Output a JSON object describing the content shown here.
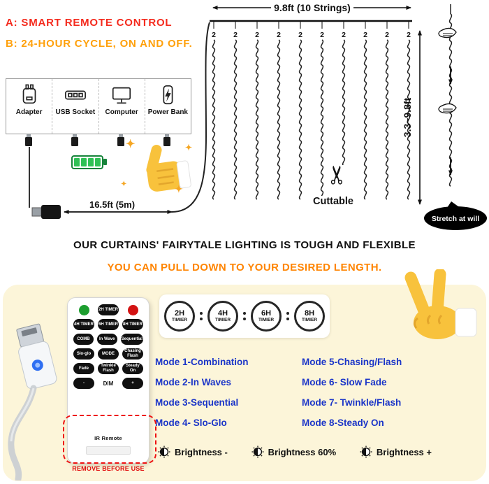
{
  "colors": {
    "accent_red": "#f42a1d",
    "accent_orange": "#ffa00a",
    "mode_blue": "#1b35c8",
    "panel_bg": "#fcf5d9",
    "remote_power_green": "#1d9e2f",
    "remote_power_red": "#d31313"
  },
  "header": {
    "label_a": "A: SMART REMOTE CONTROL",
    "label_b": "B: 24-HOUR CYCLE, ON AND OFF."
  },
  "diagram": {
    "width_label": "9.8ft (10 Strings)",
    "height_label": "3.3~9.8ft",
    "string_labels": [
      "2",
      "2",
      "2",
      "2",
      "2",
      "2",
      "2",
      "2",
      "2",
      "2"
    ],
    "cuttable_label": "Cuttable",
    "stretch_bubble": "Stretch at will",
    "cable_length": "16.5ft (5m)",
    "power_sources": [
      "Adapter",
      "USB Socket",
      "Computer",
      "Power Bank"
    ]
  },
  "taglines": {
    "line1": "OUR CURTAINS' FAIRYTALE LIGHTING IS TOUGH AND FLEXIBLE",
    "line2": "YOU CAN PULL DOWN TO YOUR DESIRED LENGTH."
  },
  "remote": {
    "rows": [
      [
        "2H TIMER"
      ],
      [
        "4H TIMER",
        "6H TIMER",
        "8H TIMER"
      ],
      [
        "COMB",
        "In Wave",
        "Sequential"
      ],
      [
        "Slo-glo",
        "MODE",
        "Chasing Flash"
      ],
      [
        "Fade",
        "Twinkle Flash",
        "Steady On"
      ],
      [
        "-",
        "DIM",
        "+"
      ]
    ],
    "ir_label": "IR Remote",
    "warning": "REMOVE BEFORE USE"
  },
  "panel": {
    "timers": [
      {
        "hours": "2H",
        "word": "TIMIER"
      },
      {
        "hours": "4H",
        "word": "TIMIER"
      },
      {
        "hours": "6H",
        "word": "TIMIER"
      },
      {
        "hours": "8H",
        "word": "TIMIER"
      }
    ],
    "modes_left": [
      "Mode 1-Combination",
      "Mode 2-In Waves",
      "Mode 3-Sequential",
      "Mode 4- Slo-Glo"
    ],
    "modes_right": [
      "Mode 5-Chasing/Flash",
      "Mode 6- Slow Fade",
      "Mode 7- Twinkle/Flash",
      "Mode 8-Steady On"
    ],
    "brightness": [
      "Brightness -",
      "Brightness 60%",
      "Brightness +"
    ]
  }
}
